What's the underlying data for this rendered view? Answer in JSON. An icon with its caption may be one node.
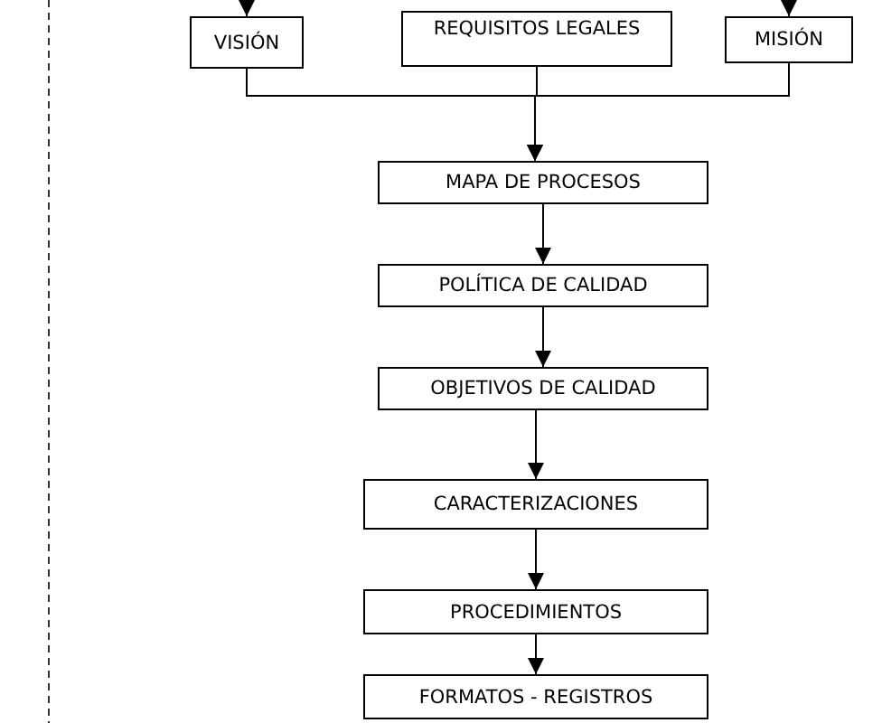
{
  "diagram": {
    "nodes": [
      {
        "text": [
          "VISIÓN"
        ]
      },
      {
        "text": [
          "REQUISITOS LEGALES"
        ]
      },
      {
        "text": [
          "MISIÓN"
        ]
      },
      {
        "text": [
          "MAPA DE PROCESOS"
        ]
      },
      {
        "text": [
          "POLÍTICA DE CALIDAD"
        ]
      },
      {
        "text": [
          "OBJETIVOS DE CALIDAD"
        ]
      },
      {
        "text": [
          "CARACTERIZACIONES"
        ]
      },
      {
        "text": [
          "PROCEDIMIENTOS"
        ]
      },
      {
        "text": [
          "FORMATOS - REGISTROS"
        ]
      }
    ],
    "edges": [
      {
        "from": null,
        "to": 0,
        "arrow": "to"
      },
      {
        "from": null,
        "to": 2,
        "arrow": "to"
      },
      {
        "from": 0,
        "to": 3,
        "arrow": "to"
      },
      {
        "from": 1,
        "to": 3,
        "arrow": "to"
      },
      {
        "from": 2,
        "to": 3,
        "arrow": "to"
      },
      {
        "from": 3,
        "to": 4,
        "arrow": "to"
      },
      {
        "from": 4,
        "to": 5,
        "arrow": "to"
      },
      {
        "from": 5,
        "to": 6,
        "arrow": "to"
      },
      {
        "from": 6,
        "to": 7,
        "arrow": "to"
      },
      {
        "from": 7,
        "to": 8,
        "arrow": "to"
      }
    ]
  }
}
